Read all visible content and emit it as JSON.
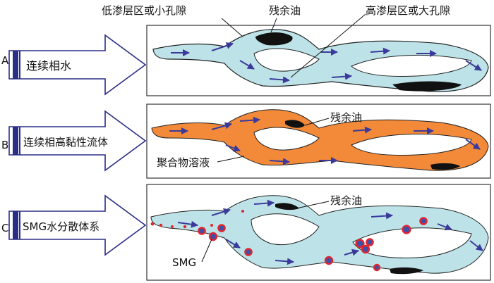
{
  "annotations": {
    "low_perm": "低渗层区或小孔隙",
    "residual_oil_a": "残余油",
    "high_perm": "高渗层区或大孔隙",
    "residual_oil_b": "残余油",
    "polymer_solution": "聚合物溶液",
    "residual_oil_c": "残余油",
    "smg": "SMG"
  },
  "rows": [
    {
      "letter": "A",
      "arrow_label": "连续相水",
      "fluid": "water",
      "fluid_color": "#bde3e9"
    },
    {
      "letter": "B",
      "arrow_label": "连续相高黏性流体",
      "fluid": "polymer",
      "fluid_color": "#f28a3a"
    },
    {
      "letter": "C",
      "arrow_label": "SMG水分散体系",
      "fluid": "water-with-smg",
      "fluid_color": "#bde3e9"
    }
  ],
  "colors": {
    "arrow_stroke": "#2b2e86",
    "arrow_bar": "#2b2e86",
    "flow_arrow": "#3b3a9a",
    "oil": "#111111",
    "smg_core": "#3f4fa8",
    "smg_ring": "#e0262e",
    "panel_border": "#333333"
  }
}
